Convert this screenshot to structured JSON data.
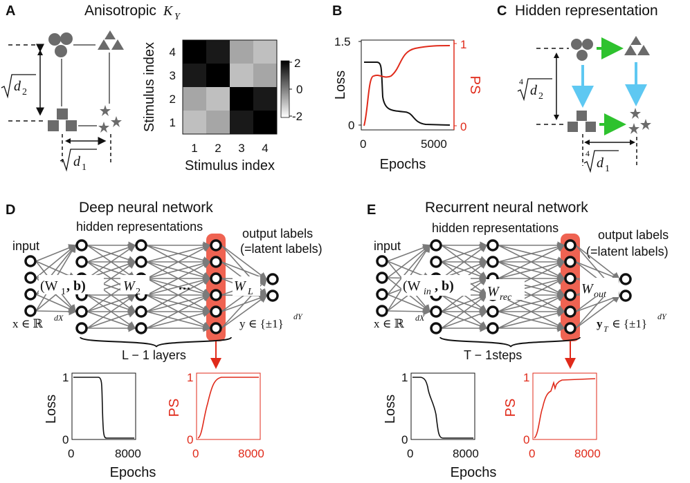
{
  "colors": {
    "red": "#e02a1a",
    "gray_shape": "#6b6b6b",
    "blue_arrow": "#5ec8f2",
    "green_arrow": "#2ec22e",
    "highlight": "#ef6352"
  },
  "panelA": {
    "letter": "A",
    "title": "Anisotropic",
    "title_math": "K",
    "title_math_sub": "Y",
    "shapes": [
      "circles-icon",
      "triangles-icon",
      "squares-icon",
      "stars-icon"
    ],
    "d2_label": "d",
    "d2_sub": "2",
    "d1_label": "d",
    "d1_sub": "1",
    "heatmap": {
      "xlabel": "Stimulus index",
      "ylabel": "Stimulus index",
      "xticks": [
        "1",
        "2",
        "3",
        "4"
      ],
      "yticks": [
        "4",
        "3",
        "2",
        "1"
      ],
      "colorbar_ticks": [
        "2",
        "0",
        "-2"
      ],
      "rows_top_to_bottom": [
        [
          2,
          1.6,
          -0.6,
          -1.0
        ],
        [
          1.6,
          2,
          -1.0,
          -0.6
        ],
        [
          -0.6,
          -1.0,
          2,
          1.6
        ],
        [
          -1.0,
          -0.6,
          1.6,
          2
        ]
      ]
    }
  },
  "panelB": {
    "letter": "B",
    "ylabel_left": "Loss",
    "ylabel_right": "PS",
    "xlabel": "Epochs",
    "yticks_left": [
      "1.5",
      "0"
    ],
    "yticks_right": [
      "1",
      "0"
    ],
    "xticks": [
      "0",
      "5000"
    ]
  },
  "panelC": {
    "letter": "C",
    "title": "Hidden representation",
    "d2_label": "d",
    "d2_sub": "2",
    "d1_label": "d",
    "d1_sub": "1",
    "root_index": "4"
  },
  "panelD": {
    "letter": "D",
    "title": "Deep neural network",
    "hidden_label": "hidden representations",
    "input_label": "input",
    "output_label_1": "output labels",
    "output_label_2": "(=latent labels)",
    "w1": "(W",
    "w1_sub": "1",
    "w1_tail": ", b)",
    "w2": "W",
    "w2_sub": "2",
    "dots": "···",
    "wl": "W",
    "wl_sub": "L",
    "x_space": "x ∈ ℝ",
    "x_sup": "dX",
    "y_space": "y ∈ {±1}",
    "y_sup": "dY",
    "layers_label": "L − 1 layers",
    "loss_plot": {
      "ylabel": "Loss",
      "xlabel": "Epochs",
      "yticks": [
        "1",
        "0"
      ],
      "xticks": [
        "0",
        "8000"
      ]
    },
    "ps_plot": {
      "ylabel": "PS",
      "yticks": [
        "1",
        "0"
      ],
      "xticks": [
        "0",
        "8000"
      ]
    }
  },
  "panelE": {
    "letter": "E",
    "title": "Recurrent neural network",
    "hidden_label": "hidden representations",
    "input_label": "input",
    "output_label_1": "output labels",
    "output_label_2": "(=latent labels)",
    "w_in": "(W",
    "w_in_sub": "in",
    "w_in_tail": ", b)",
    "w_rec": "W",
    "w_rec_sub": "rec",
    "w_out": "W",
    "w_out_sub": "out",
    "x_space": "x ∈ ℝ",
    "x_sup": "dX",
    "y_space": "y",
    "y_sub": "T",
    "y_space_tail": "∈ {±1}",
    "y_sup": "dY",
    "steps_label": "T − 1steps",
    "loss_plot": {
      "ylabel": "Loss",
      "xlabel": "Epochs",
      "yticks": [
        "1",
        "0"
      ],
      "xticks": [
        "0",
        "8000"
      ]
    },
    "ps_plot": {
      "ylabel": "PS",
      "yticks": [
        "1",
        "0"
      ],
      "xticks": [
        "0",
        "8000"
      ]
    }
  }
}
